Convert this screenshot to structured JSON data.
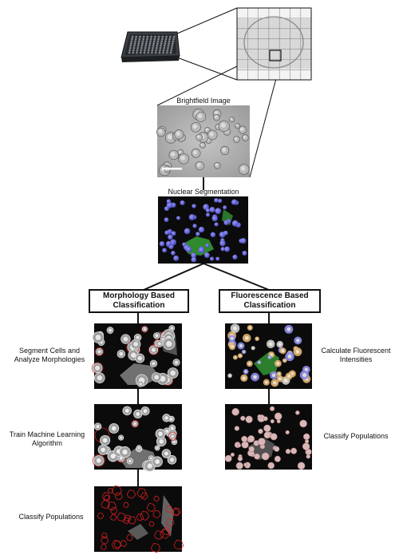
{
  "labels": {
    "brightfield": "Brightfield Image",
    "nuclear": "Nuclear Segmentation",
    "segment": [
      "Segment Cells and",
      "Analyze Morphologies"
    ],
    "train": [
      "Train Machine Learning",
      "Algorithm"
    ],
    "classify_left": "Classify Populations",
    "calculate": [
      "Calculate Fluorescent",
      "Intensities"
    ],
    "classify_right": "Classify Populations"
  },
  "boxes": {
    "morphology": [
      "Morphology Based",
      "Classification"
    ],
    "fluorescence": [
      "Fluorescence Based",
      "Classification"
    ]
  },
  "colors": {
    "nuclei": "#6f6fe0",
    "gfp": "#3fbf3f",
    "outline_red": "#d02020",
    "dark": "#0b0b0b",
    "plate": "#2a2f33"
  }
}
